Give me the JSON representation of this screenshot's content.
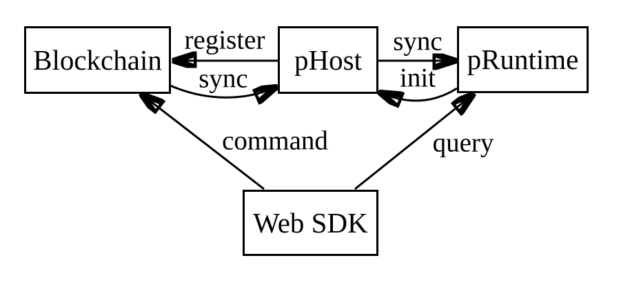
{
  "diagram": {
    "title": "Web SDK / pHost / pRuntime / Blockchain interaction diagram",
    "colors": {
      "background": "#ffffff",
      "line": "#000000",
      "text": "#000000"
    },
    "nodes": [
      {
        "id": "blockchain",
        "label": "Blockchain"
      },
      {
        "id": "phost",
        "label": "pHost"
      },
      {
        "id": "pruntime",
        "label": "pRuntime"
      },
      {
        "id": "websdk",
        "label": "Web SDK"
      }
    ],
    "edges": [
      {
        "from": "phost",
        "to": "blockchain",
        "label": "register"
      },
      {
        "from": "blockchain",
        "to": "phost",
        "label": "sync"
      },
      {
        "from": "phost",
        "to": "pruntime",
        "label": "sync"
      },
      {
        "from": "pruntime",
        "to": "phost",
        "label": "init"
      },
      {
        "from": "websdk",
        "to": "blockchain",
        "label": "command"
      },
      {
        "from": "websdk",
        "to": "pruntime",
        "label": "query"
      }
    ]
  }
}
